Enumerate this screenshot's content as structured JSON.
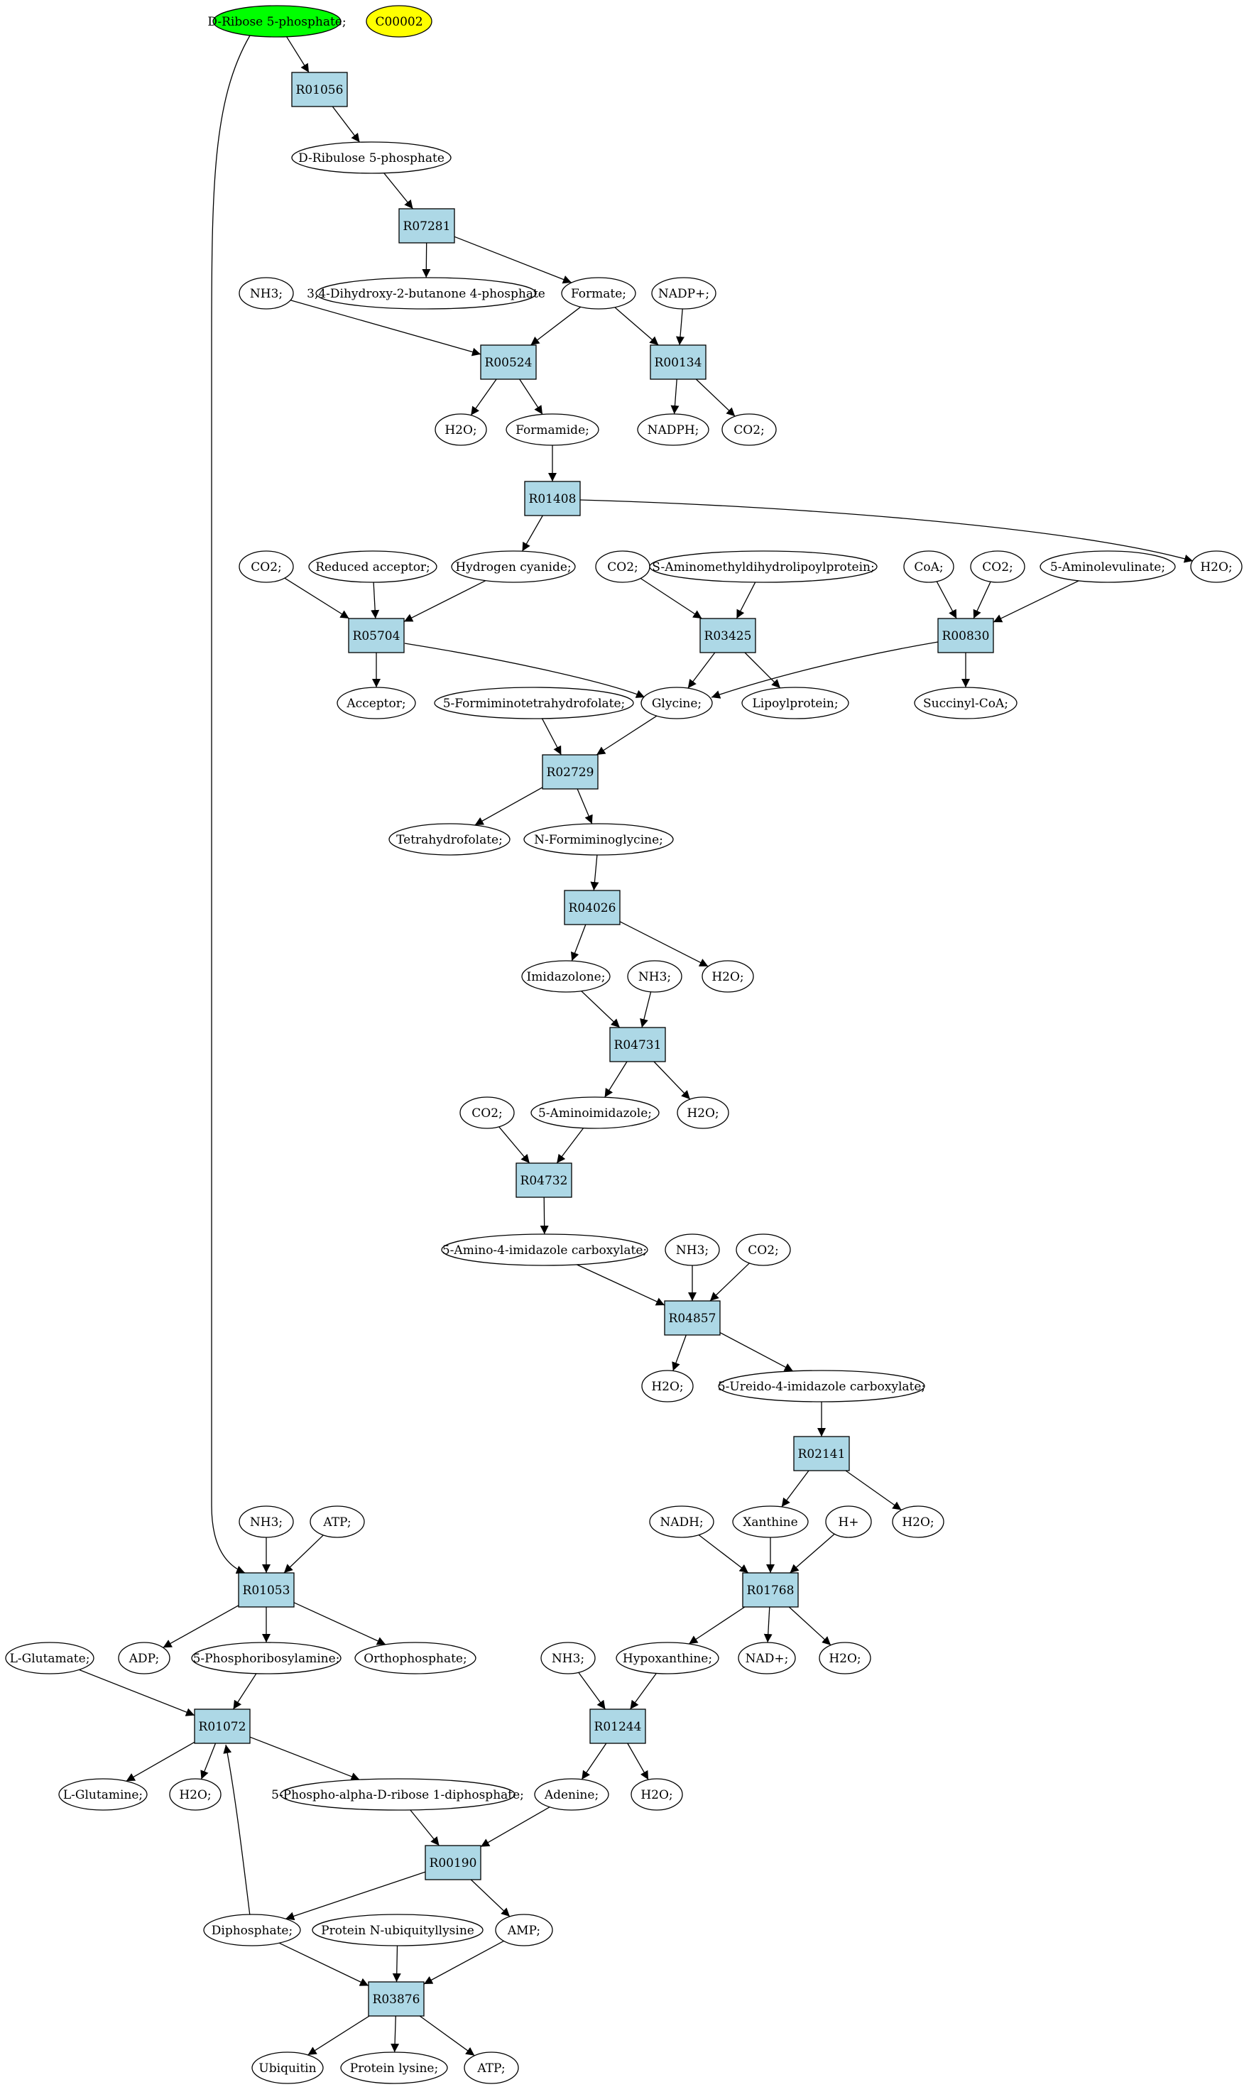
{
  "colors": {
    "reaction_fill": "#add8e6",
    "compound_fill": "#ffffff",
    "start_fill": "#00ff00",
    "highlight_fill": "#ffff00",
    "stroke": "#000000"
  },
  "compounds": [
    {
      "id": "c_rib5p",
      "label": "D-Ribose 5-phosphate;",
      "style": "start"
    },
    {
      "id": "c_c00002",
      "label": "C00002",
      "style": "highlight"
    },
    {
      "id": "c_ribu5p",
      "label": "D-Ribulose 5-phosphate"
    },
    {
      "id": "c_dhbp",
      "label": "3,4-Dihydroxy-2-butanone 4-phosphate"
    },
    {
      "id": "c_nh3_1",
      "label": "NH3;"
    },
    {
      "id": "c_formate",
      "label": "Formate;"
    },
    {
      "id": "c_nadp",
      "label": "NADP+;"
    },
    {
      "id": "c_h2o_1",
      "label": "H2O;"
    },
    {
      "id": "c_formamide",
      "label": "Formamide;"
    },
    {
      "id": "c_nadph",
      "label": "NADPH;"
    },
    {
      "id": "c_co2_1",
      "label": "CO2;"
    },
    {
      "id": "c_co2_2",
      "label": "CO2;"
    },
    {
      "id": "c_redacc",
      "label": "Reduced acceptor;"
    },
    {
      "id": "c_hcn",
      "label": "Hydrogen cyanide;"
    },
    {
      "id": "c_co2_3",
      "label": "CO2;"
    },
    {
      "id": "c_samdlp",
      "label": "S-Aminomethyldihydrolipoylprotein;"
    },
    {
      "id": "c_coa",
      "label": "CoA;"
    },
    {
      "id": "c_co2_4",
      "label": "CO2;"
    },
    {
      "id": "c_5alev",
      "label": "5-Aminolevulinate;"
    },
    {
      "id": "c_h2o_2",
      "label": "H2O;"
    },
    {
      "id": "c_acceptor",
      "label": "Acceptor;"
    },
    {
      "id": "c_5fthf",
      "label": "5-Formiminotetrahydrofolate;"
    },
    {
      "id": "c_glycine",
      "label": "Glycine;"
    },
    {
      "id": "c_lipoyl",
      "label": "Lipoylprotein;"
    },
    {
      "id": "c_succoa",
      "label": "Succinyl-CoA;"
    },
    {
      "id": "c_thf",
      "label": "Tetrahydrofolate;"
    },
    {
      "id": "c_nfg",
      "label": "N-Formiminoglycine;"
    },
    {
      "id": "c_imid",
      "label": "Imidazolone;"
    },
    {
      "id": "c_nh3_2",
      "label": "NH3;"
    },
    {
      "id": "c_h2o_3",
      "label": "H2O;"
    },
    {
      "id": "c_co2_5",
      "label": "CO2;"
    },
    {
      "id": "c_5ai",
      "label": "5-Aminoimidazole;"
    },
    {
      "id": "c_h2o_4",
      "label": "H2O;"
    },
    {
      "id": "c_5a4ic",
      "label": "5-Amino-4-imidazole carboxylate;"
    },
    {
      "id": "c_nh3_3",
      "label": "NH3;"
    },
    {
      "id": "c_co2_6",
      "label": "CO2;"
    },
    {
      "id": "c_h2o_5",
      "label": "H2O;"
    },
    {
      "id": "c_5u4ic",
      "label": "5-Ureido-4-imidazole carboxylate;"
    },
    {
      "id": "c_nh3_4",
      "label": "NH3;"
    },
    {
      "id": "c_atp_1",
      "label": "ATP;"
    },
    {
      "id": "c_nadh",
      "label": "NADH;"
    },
    {
      "id": "c_xanthine",
      "label": "Xanthine"
    },
    {
      "id": "c_hplus",
      "label": "H+"
    },
    {
      "id": "c_h2o_6",
      "label": "H2O;"
    },
    {
      "id": "c_lglu",
      "label": "L-Glutamate;"
    },
    {
      "id": "c_adp",
      "label": "ADP;"
    },
    {
      "id": "c_5pra",
      "label": "5-Phosphoribosylamine;"
    },
    {
      "id": "c_ortho",
      "label": "Orthophosphate;"
    },
    {
      "id": "c_nh3_5",
      "label": "NH3;"
    },
    {
      "id": "c_hypox",
      "label": "Hypoxanthine;"
    },
    {
      "id": "c_nad",
      "label": "NAD+;"
    },
    {
      "id": "c_h2o_7",
      "label": "H2O;"
    },
    {
      "id": "c_lgln",
      "label": "L-Glutamine;"
    },
    {
      "id": "c_h2o_8",
      "label": "H2O;"
    },
    {
      "id": "c_prpp",
      "label": "5-Phospho-alpha-D-ribose 1-diphosphate;"
    },
    {
      "id": "c_adenine",
      "label": "Adenine;"
    },
    {
      "id": "c_h2o_9",
      "label": "H2O;"
    },
    {
      "id": "c_diph",
      "label": "Diphosphate;"
    },
    {
      "id": "c_pnul",
      "label": "Protein N-ubiquityllysine"
    },
    {
      "id": "c_amp",
      "label": "AMP;"
    },
    {
      "id": "c_ubiq",
      "label": "Ubiquitin"
    },
    {
      "id": "c_plys",
      "label": "Protein lysine;"
    },
    {
      "id": "c_atp_2",
      "label": "ATP;"
    }
  ],
  "reactions": [
    {
      "id": "R01056",
      "label": "R01056"
    },
    {
      "id": "R07281",
      "label": "R07281"
    },
    {
      "id": "R00524",
      "label": "R00524"
    },
    {
      "id": "R00134",
      "label": "R00134"
    },
    {
      "id": "R01408",
      "label": "R01408"
    },
    {
      "id": "R05704",
      "label": "R05704"
    },
    {
      "id": "R03425",
      "label": "R03425"
    },
    {
      "id": "R00830",
      "label": "R00830"
    },
    {
      "id": "R02729",
      "label": "R02729"
    },
    {
      "id": "R04026",
      "label": "R04026"
    },
    {
      "id": "R04731",
      "label": "R04731"
    },
    {
      "id": "R04732",
      "label": "R04732"
    },
    {
      "id": "R04857",
      "label": "R04857"
    },
    {
      "id": "R02141",
      "label": "R02141"
    },
    {
      "id": "R01053",
      "label": "R01053"
    },
    {
      "id": "R01768",
      "label": "R01768"
    },
    {
      "id": "R01072",
      "label": "R01072"
    },
    {
      "id": "R01244",
      "label": "R01244"
    },
    {
      "id": "R00190",
      "label": "R00190"
    },
    {
      "id": "R03876",
      "label": "R03876"
    }
  ],
  "edges": [
    [
      "c_rib5p",
      "R01056"
    ],
    [
      "R01056",
      "c_ribu5p"
    ],
    [
      "c_ribu5p",
      "R07281"
    ],
    [
      "R07281",
      "c_dhbp"
    ],
    [
      "R07281",
      "c_formate"
    ],
    [
      "c_nh3_1",
      "R00524"
    ],
    [
      "c_formate",
      "R00524"
    ],
    [
      "c_formate",
      "R00134"
    ],
    [
      "c_nadp",
      "R00134"
    ],
    [
      "R00524",
      "c_h2o_1"
    ],
    [
      "R00524",
      "c_formamide"
    ],
    [
      "R00134",
      "c_nadph"
    ],
    [
      "R00134",
      "c_co2_1"
    ],
    [
      "c_formamide",
      "R01408"
    ],
    [
      "R01408",
      "c_hcn"
    ],
    [
      "R01408",
      "c_h2o_2"
    ],
    [
      "c_co2_2",
      "R05704"
    ],
    [
      "c_redacc",
      "R05704"
    ],
    [
      "c_hcn",
      "R05704"
    ],
    [
      "R05704",
      "c_acceptor"
    ],
    [
      "R05704",
      "c_glycine"
    ],
    [
      "c_co2_3",
      "R03425"
    ],
    [
      "c_samdlp",
      "R03425"
    ],
    [
      "R03425",
      "c_glycine"
    ],
    [
      "R03425",
      "c_lipoyl"
    ],
    [
      "c_coa",
      "R00830"
    ],
    [
      "c_co2_4",
      "R00830"
    ],
    [
      "c_5alev",
      "R00830"
    ],
    [
      "R00830",
      "c_glycine"
    ],
    [
      "R00830",
      "c_succoa"
    ],
    [
      "c_5fthf",
      "R02729"
    ],
    [
      "c_glycine",
      "R02729"
    ],
    [
      "R02729",
      "c_thf"
    ],
    [
      "R02729",
      "c_nfg"
    ],
    [
      "c_nfg",
      "R04026"
    ],
    [
      "R04026",
      "c_imid"
    ],
    [
      "R04026",
      "c_h2o_3"
    ],
    [
      "c_imid",
      "R04731"
    ],
    [
      "c_nh3_2",
      "R04731"
    ],
    [
      "R04731",
      "c_5ai"
    ],
    [
      "R04731",
      "c_h2o_4"
    ],
    [
      "c_co2_5",
      "R04732"
    ],
    [
      "c_5ai",
      "R04732"
    ],
    [
      "R04732",
      "c_5a4ic"
    ],
    [
      "c_5a4ic",
      "R04857"
    ],
    [
      "c_nh3_3",
      "R04857"
    ],
    [
      "c_co2_6",
      "R04857"
    ],
    [
      "R04857",
      "c_h2o_5"
    ],
    [
      "R04857",
      "c_5u4ic"
    ],
    [
      "c_5u4ic",
      "R02141"
    ],
    [
      "R02141",
      "c_xanthine"
    ],
    [
      "R02141",
      "c_h2o_6"
    ],
    [
      "c_nadh",
      "R01768"
    ],
    [
      "c_xanthine",
      "R01768"
    ],
    [
      "c_hplus",
      "R01768"
    ],
    [
      "R01768",
      "c_hypox"
    ],
    [
      "R01768",
      "c_nad"
    ],
    [
      "R01768",
      "c_h2o_7"
    ],
    [
      "c_rib5p",
      "R01053"
    ],
    [
      "c_nh3_4",
      "R01053"
    ],
    [
      "c_atp_1",
      "R01053"
    ],
    [
      "R01053",
      "c_adp"
    ],
    [
      "R01053",
      "c_5pra"
    ],
    [
      "R01053",
      "c_ortho"
    ],
    [
      "c_lglu",
      "R01072"
    ],
    [
      "c_5pra",
      "R01072"
    ],
    [
      "c_diph",
      "R01072"
    ],
    [
      "R01072",
      "c_lgln"
    ],
    [
      "R01072",
      "c_h2o_8"
    ],
    [
      "R01072",
      "c_prpp"
    ],
    [
      "c_nh3_5",
      "R01244"
    ],
    [
      "c_hypox",
      "R01244"
    ],
    [
      "R01244",
      "c_adenine"
    ],
    [
      "R01244",
      "c_h2o_9"
    ],
    [
      "c_prpp",
      "R00190"
    ],
    [
      "c_adenine",
      "R00190"
    ],
    [
      "R00190",
      "c_diph"
    ],
    [
      "R00190",
      "c_amp"
    ],
    [
      "c_diph",
      "R03876"
    ],
    [
      "c_pnul",
      "R03876"
    ],
    [
      "c_amp",
      "R03876"
    ],
    [
      "R03876",
      "c_ubiq"
    ],
    [
      "R03876",
      "c_plys"
    ],
    [
      "R03876",
      "c_atp_2"
    ]
  ]
}
